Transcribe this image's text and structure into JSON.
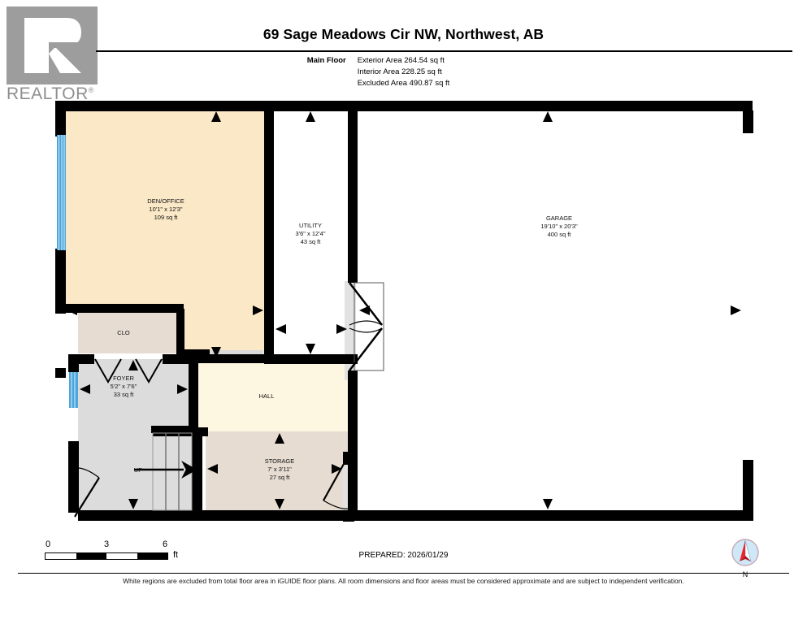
{
  "header": {
    "logo": {
      "mark_letter": "R",
      "wordmark": "REALTOR",
      "registered": "®"
    },
    "title": "69 Sage Meadows Cir NW, Northwest, AB",
    "floor_label": "Main Floor",
    "areas": [
      "Exterior Area 264.54 sq ft",
      "Interior Area 228.25 sq ft",
      "Excluded Area 490.87 sq ft"
    ]
  },
  "plan": {
    "rooms": [
      {
        "id": "den-office",
        "name": "DEN/OFFICE",
        "dimensions": "10'1\" x 12'3\"",
        "area": "109 sq ft",
        "fill": "#fae8c6"
      },
      {
        "id": "utility",
        "name": "UTILITY",
        "dimensions": "3'6\" x 12'4\"",
        "area": "43 sq ft",
        "fill": "#ffffff"
      },
      {
        "id": "garage",
        "name": "GARAGE",
        "dimensions": "19'10\" x 20'3\"",
        "area": "400 sq ft",
        "fill": "#ffffff"
      },
      {
        "id": "closet",
        "name": "CLO",
        "dimensions": "",
        "area": "",
        "fill": "#e6dcd2"
      },
      {
        "id": "foyer",
        "name": "FOYER",
        "dimensions": "5'2\" x 7'6\"",
        "area": "33 sq ft",
        "fill": "#dcdcdc"
      },
      {
        "id": "hall",
        "name": "HALL",
        "dimensions": "",
        "area": "",
        "fill": "#fdf6e0"
      },
      {
        "id": "storage",
        "name": "STORAGE",
        "dimensions": "7' x 3'11\"",
        "area": "27 sq ft",
        "fill": "#e6dcd2"
      },
      {
        "id": "stairs",
        "name": "UP",
        "dimensions": "",
        "area": "",
        "fill": "#dcdcdc"
      }
    ],
    "colors": {
      "wall": "#000000",
      "window": "#4ba6dd",
      "door_swing": "#000000",
      "excluded_fill": "#ffffff",
      "interior_fill": "#fae8c6"
    }
  },
  "footer": {
    "scale": {
      "ticks": [
        "0",
        "3",
        "6"
      ],
      "unit": "ft"
    },
    "prepared": "PREPARED: 2026/01/29",
    "compass_label": "N",
    "disclaimer": "White regions are excluded from total floor area in iGUIDE floor plans. All room dimensions and floor areas must be considered approximate and are subject to independent verification."
  }
}
